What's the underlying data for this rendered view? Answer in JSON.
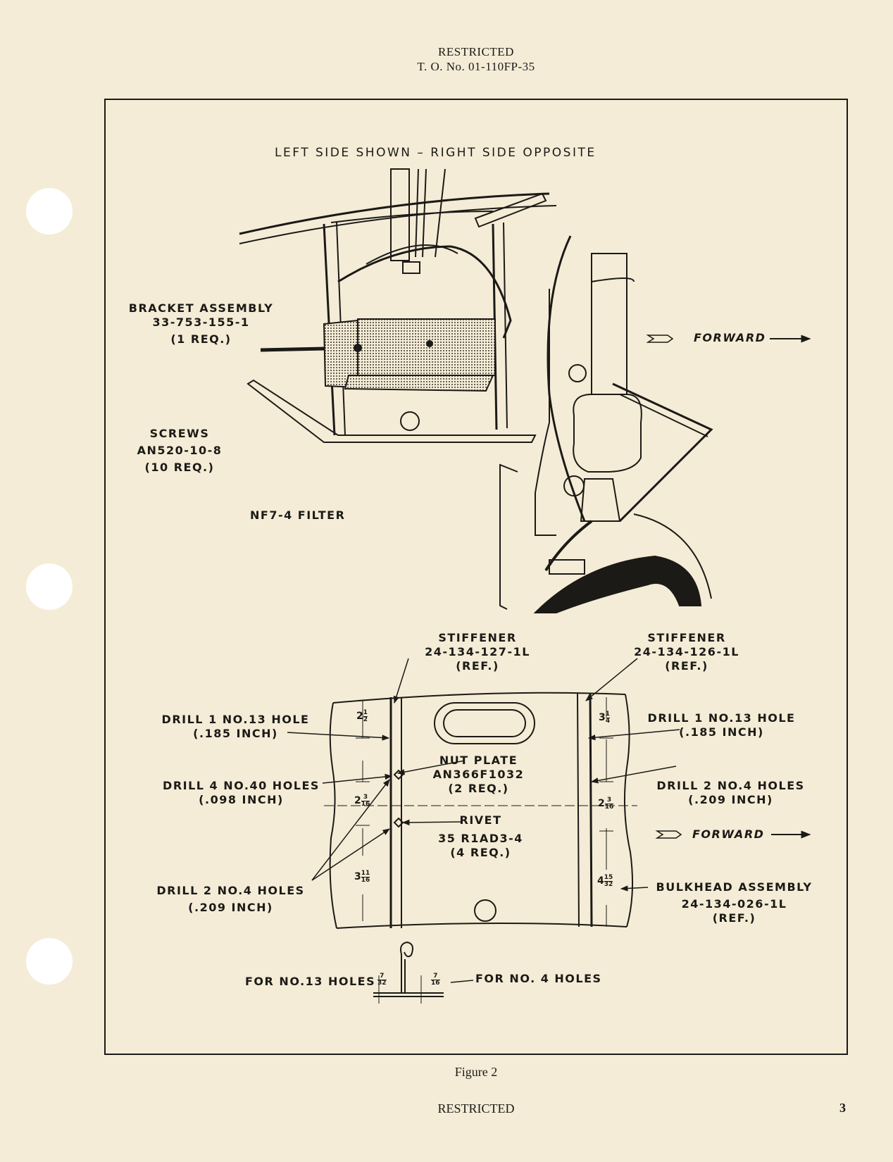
{
  "header": {
    "classification": "RESTRICTED",
    "document_number": "T. O. No. 01-110FP-35"
  },
  "figure": {
    "top_view": {
      "title": "LEFT SIDE SHOWN – RIGHT SIDE OPPOSITE",
      "bracket": {
        "name": "BRACKET ASSEMBLY",
        "part": "33-753-155-1",
        "qty": "(1 REQ.)"
      },
      "screws": {
        "name": "SCREWS",
        "part": "AN520-10-8",
        "qty": "(10 REQ.)"
      },
      "filter": {
        "label": "NF7-4 FILTER"
      },
      "forward": "FORWARD"
    },
    "bottom_view": {
      "stiffener_left": {
        "name": "STIFFENER",
        "part": "24-134-127-1L",
        "ref": "(REF.)"
      },
      "stiffener_right": {
        "name": "STIFFENER",
        "part": "24-134-126-1L",
        "ref": "(REF.)"
      },
      "drill_13_left": {
        "line1": "DRILL 1 NO.13 HOLE",
        "line2": "(.185 INCH)"
      },
      "drill_13_right": {
        "line1": "DRILL 1 NO.13 HOLE",
        "line2": "(.185 INCH)"
      },
      "drill_40": {
        "line1": "DRILL 4 NO.40 HOLES",
        "line2": "(.098 INCH)"
      },
      "nut_plate": {
        "name": "NUT PLATE",
        "part": "AN366F1032",
        "qty": "(2 REQ.)"
      },
      "drill_4_right": {
        "line1": "DRILL 2 NO.4 HOLES",
        "line2": "(.209 INCH)"
      },
      "rivet": {
        "name": "RIVET",
        "part": "35 R1AD3-4",
        "qty": "(4 REQ.)"
      },
      "forward": "FORWARD",
      "drill_4_left": {
        "line1": "DRILL 2 NO.4 HOLES",
        "line2": "(.209 INCH)"
      },
      "bulkhead": {
        "name": "BULKHEAD ASSEMBLY",
        "part": "24-134-026-1L",
        "ref": "(REF.)"
      },
      "dims_left": [
        {
          "whole": "2",
          "num": "1",
          "den": "2"
        },
        {
          "whole": "2",
          "num": "3",
          "den": "16"
        },
        {
          "whole": "3",
          "num": "11",
          "den": "16"
        }
      ],
      "dims_right": [
        {
          "whole": "3",
          "num": "1",
          "den": "4"
        },
        {
          "whole": "2",
          "num": "3",
          "den": "16"
        },
        {
          "whole": "4",
          "num": "15",
          "den": "32"
        }
      ],
      "edge_note_13": "FOR NO.13 HOLES",
      "edge_dim_13": {
        "num": "7",
        "den": "32"
      },
      "edge_dim_4": {
        "num": "7",
        "den": "16"
      },
      "edge_note_4": "FOR NO. 4 HOLES"
    },
    "caption": "Figure 2"
  },
  "footer": {
    "classification": "RESTRICTED",
    "page_number": "3"
  }
}
